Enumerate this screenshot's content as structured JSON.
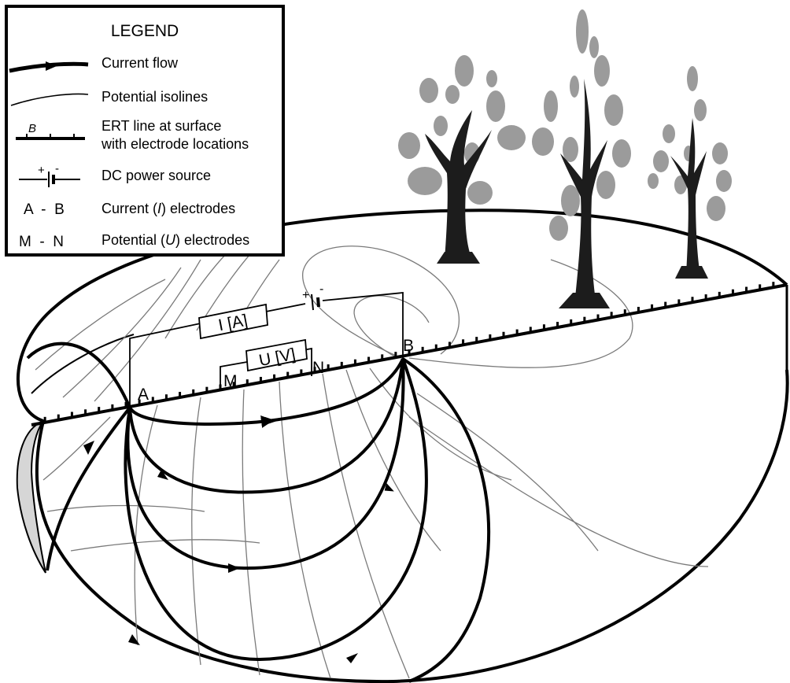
{
  "legend": {
    "title": "LEGEND",
    "items": [
      {
        "key": "current_flow",
        "label": "Current flow"
      },
      {
        "key": "potential_isolines",
        "label": "Potential isolines"
      },
      {
        "key": "ert_line",
        "label_line1": "ERT line at surface",
        "label_line2": "with electrode locations",
        "symbol_letter": "B"
      },
      {
        "key": "dc_power",
        "label": "DC power source",
        "symbol_plus": "+",
        "symbol_minus": "-"
      },
      {
        "key": "current_electrodes",
        "symbol": "A  -  B",
        "label_pre": "Current (",
        "label_var": "I",
        "label_post": ") electrodes"
      },
      {
        "key": "potential_electrodes",
        "symbol": "M  -  N",
        "label_pre": "Potential (",
        "label_var": "U",
        "label_post": ") electrodes"
      }
    ]
  },
  "diagram": {
    "ammeter_label": "I [A]",
    "voltmeter_label": "U [V]",
    "battery_plus": "+",
    "battery_minus": "-",
    "electrodes": {
      "a": "A",
      "b": "B",
      "m": "M",
      "n": "N"
    }
  },
  "colors": {
    "ink": "#000000",
    "isoline": "#7a7a7a",
    "foliage": "#9b9b9b",
    "trunk": "#1c1c1c",
    "side_shade": "#d6d6d6"
  }
}
